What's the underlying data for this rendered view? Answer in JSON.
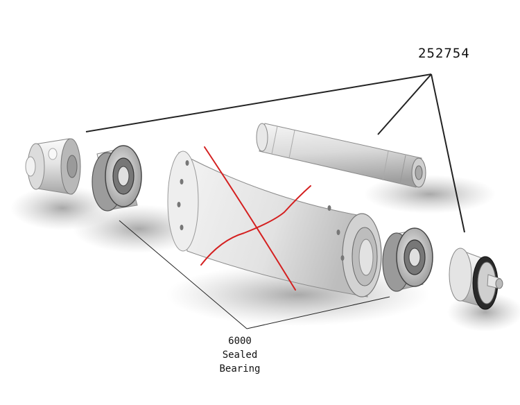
{
  "callouts": {
    "part_number": "252754",
    "bearing": {
      "line1": "6000",
      "line2": "Sealed",
      "line3": "Bearing"
    }
  },
  "colors": {
    "strike": "#d42020",
    "part_light": "#ececec",
    "part_mid": "#c9c9c9",
    "part_dark": "#8c8c8c",
    "leader": "#222222"
  }
}
